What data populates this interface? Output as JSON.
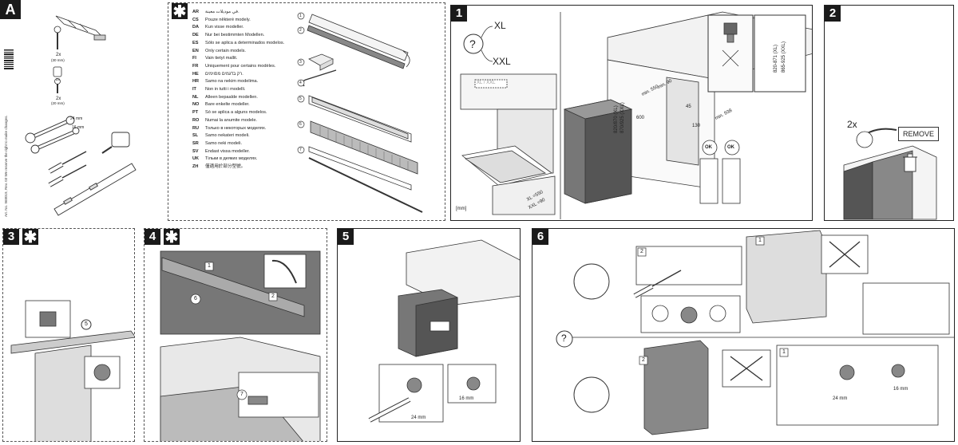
{
  "panelA": {
    "badge": "A",
    "wrench1": "24 mm",
    "wrench2": "16 mm",
    "screws": [
      {
        "count": "2x",
        "size": "(30 mm)"
      },
      {
        "count": "2x",
        "size": ""
      },
      {
        "count": "2x",
        "size": "(20 mm)"
      }
    ],
    "side_text": "Art. No. 968019, Rev. 03  We reserve the right to make changes."
  },
  "languages": {
    "star": "✱",
    "rows": [
      {
        "code": "AR",
        "text": "في موديلات معينة."
      },
      {
        "code": "CS",
        "text": "Pouze některé modely."
      },
      {
        "code": "DA",
        "text": "Kun visse modeller."
      },
      {
        "code": "DE",
        "text": "Nur bei bestimmten Modellen."
      },
      {
        "code": "ES",
        "text": "Sólo se aplica a determinados modelos."
      },
      {
        "code": "EN",
        "text": "Only certain models."
      },
      {
        "code": "FI",
        "text": "Vain tietyt mallit."
      },
      {
        "code": "FR",
        "text": "Uniquement pour certains modèles."
      },
      {
        "code": "HE",
        "text": "רק בדגמים מסוימים."
      },
      {
        "code": "HR",
        "text": "Samo na nekim modelima."
      },
      {
        "code": "IT",
        "text": "Non in tutti i modelli."
      },
      {
        "code": "NL",
        "text": "Alleen bepaalde modellen."
      },
      {
        "code": "NO",
        "text": "Bare enkelte modeller."
      },
      {
        "code": "PT",
        "text": "Só se aplica a alguns modelos."
      },
      {
        "code": "RO",
        "text": "Numai la anumite modele."
      },
      {
        "code": "RU",
        "text": "Только в некоторых моделях."
      },
      {
        "code": "SL",
        "text": "Samo nekateri modeli."
      },
      {
        "code": "SR",
        "text": "Samo neki modeli."
      },
      {
        "code": "SV",
        "text": "Endast vissa modeller."
      },
      {
        "code": "UK",
        "text": "Тільки в деяких моделях."
      },
      {
        "code": "ZH",
        "text": "僅適用於部分型號。"
      }
    ]
  },
  "parts": {
    "markers": [
      "1",
      "2",
      "3",
      "4",
      "5",
      "6",
      "7"
    ]
  },
  "step1": {
    "number": "1",
    "question": "?",
    "size_xl": "XL",
    "size_xxl": "XXL",
    "label_plate": "XL / XXL",
    "unit": "[mm]",
    "depth_label_xl": "XL =550",
    "depth_label_xxl": "XXL =90",
    "height_label": "820/870 (XL)",
    "height_label2": "870/925 (XXL)",
    "min550": "min. 550",
    "min90": "min. 90",
    "dim600": "600",
    "dim130": "130",
    "dim45": "45",
    "dim938": "min. 938",
    "zoom_label": "820-871 (XL)",
    "zoom_label2": "865-925 (XXL)",
    "ok": "OK"
  },
  "step2": {
    "number": "2",
    "count": "2x",
    "remove": "REMOVE"
  },
  "step3": {
    "number": "3",
    "star": "✱",
    "marker": "5"
  },
  "step4": {
    "number": "4",
    "star": "✱",
    "marker6": "6",
    "marker7": "7",
    "box1": "1",
    "box2": "2"
  },
  "step5": {
    "number": "5",
    "wrench24": "24 mm",
    "wrench16": "16 mm"
  },
  "step6": {
    "number": "6",
    "question": "?",
    "box1": "1",
    "box2": "2",
    "box2b": "2",
    "box1b": "1",
    "wrench24": "24 mm",
    "wrench16": "16 mm"
  }
}
